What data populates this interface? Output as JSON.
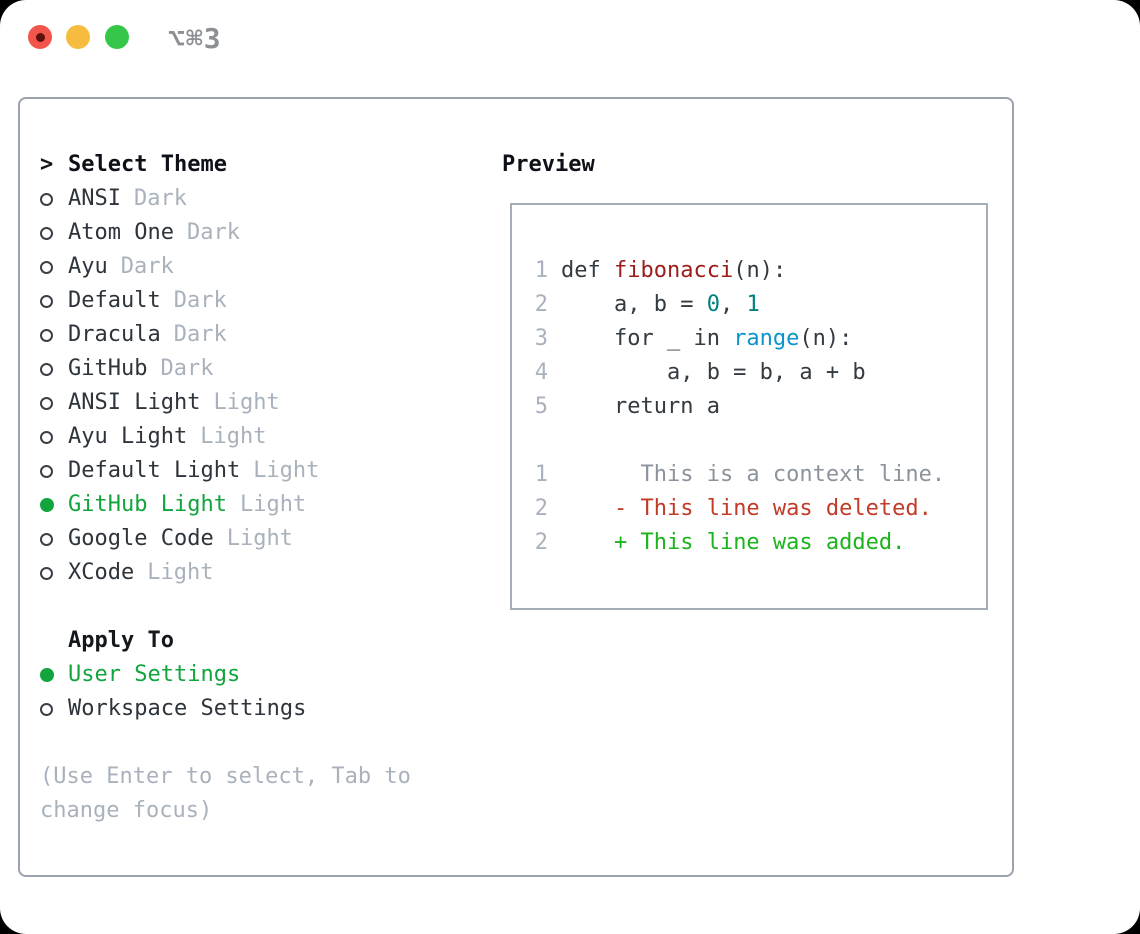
{
  "titlebar": {
    "title": "⌥⌘3",
    "traffic_lights": [
      "close",
      "minimize",
      "zoom"
    ]
  },
  "theme_panel": {
    "header_prefix": ">",
    "header": "Select Theme",
    "items": [
      {
        "name": "ANSI",
        "tag": "Dark",
        "selected": false
      },
      {
        "name": "Atom One",
        "tag": "Dark",
        "selected": false
      },
      {
        "name": "Ayu",
        "tag": "Dark",
        "selected": false
      },
      {
        "name": "Default",
        "tag": "Dark",
        "selected": false
      },
      {
        "name": "Dracula",
        "tag": "Dark",
        "selected": false
      },
      {
        "name": "GitHub",
        "tag": "Dark",
        "selected": false
      },
      {
        "name": "ANSI Light",
        "tag": "Light",
        "selected": false
      },
      {
        "name": "Ayu Light",
        "tag": "Light",
        "selected": false
      },
      {
        "name": "Default Light",
        "tag": "Light",
        "selected": false
      },
      {
        "name": "GitHub Light",
        "tag": "Light",
        "selected": true
      },
      {
        "name": "Google Code",
        "tag": "Light",
        "selected": false
      },
      {
        "name": "XCode",
        "tag": "Light",
        "selected": false
      }
    ],
    "apply_to": {
      "header": "Apply To",
      "options": [
        {
          "name": "User Settings",
          "selected": true
        },
        {
          "name": "Workspace Settings",
          "selected": false
        }
      ]
    },
    "help": "(Use Enter to select, Tab to change focus)"
  },
  "preview": {
    "header": "Preview",
    "code_lines": [
      {
        "num": "1",
        "tokens": [
          {
            "t": "def ",
            "c": "plain"
          },
          {
            "t": "fibonacci",
            "c": "title"
          },
          {
            "t": "(n):",
            "c": "plain"
          }
        ]
      },
      {
        "num": "2",
        "tokens": [
          {
            "t": "    a, b = ",
            "c": "plain"
          },
          {
            "t": "0",
            "c": "number"
          },
          {
            "t": ", ",
            "c": "plain"
          },
          {
            "t": "1",
            "c": "number"
          }
        ]
      },
      {
        "num": "3",
        "tokens": [
          {
            "t": "    for _ in ",
            "c": "plain"
          },
          {
            "t": "range",
            "c": "builtin"
          },
          {
            "t": "(n):",
            "c": "plain"
          }
        ]
      },
      {
        "num": "4",
        "tokens": [
          {
            "t": "        a, b = b, a + b",
            "c": "plain"
          }
        ]
      },
      {
        "num": "5",
        "tokens": [
          {
            "t": "    return a",
            "c": "plain"
          }
        ]
      }
    ],
    "diff_lines": [
      {
        "num": "1",
        "tokens": [
          {
            "t": "      This is a context line.",
            "c": "context"
          }
        ]
      },
      {
        "num": "2",
        "tokens": [
          {
            "t": "    ",
            "c": "plain"
          },
          {
            "t": "- This line was deleted.",
            "c": "deleted"
          }
        ]
      },
      {
        "num": "2",
        "tokens": [
          {
            "t": "    ",
            "c": "plain"
          },
          {
            "t": "+ This line was added.",
            "c": "added"
          }
        ]
      }
    ]
  },
  "colors": {
    "selection_green": "#12a53e",
    "added_green": "#1cb31c",
    "deleted_red": "#c23a28",
    "function_title_red": "#9a1c1c",
    "number_teal": "#008080",
    "builtin_blue": "#0a93cc",
    "muted_gray": "#a9b2bc",
    "panel_border": "#9aa2ad",
    "traffic_red": "#f1554c",
    "traffic_yellow": "#f5bc40",
    "traffic_green": "#36c649"
  }
}
